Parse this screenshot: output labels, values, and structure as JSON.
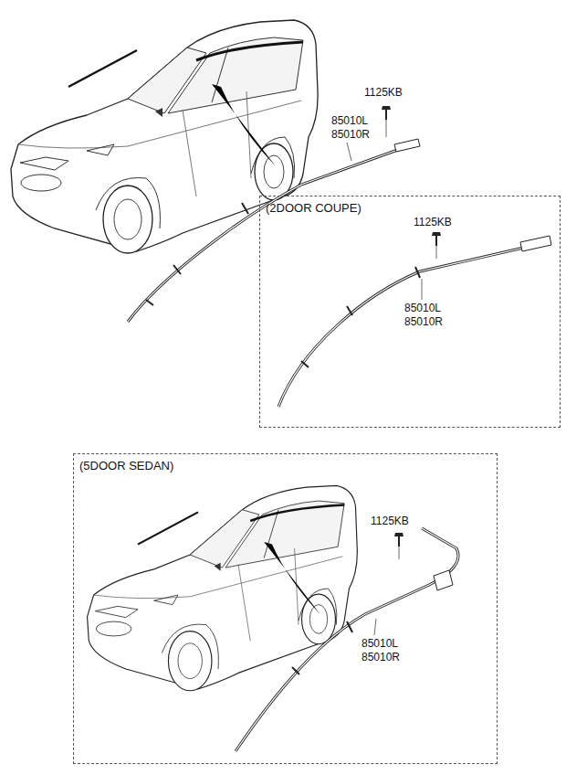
{
  "diagram": {
    "nodes": [
      {
        "text": [
          "(2DOOR COUPE)"
        ]
      },
      {
        "text": [
          "(5DOOR SEDAN)"
        ]
      }
    ],
    "labels": [
      "1125KB",
      "85010L",
      "85010R",
      "1125KB",
      "85010L",
      "85010R",
      "1125KB",
      "85010L",
      "85010R"
    ]
  }
}
